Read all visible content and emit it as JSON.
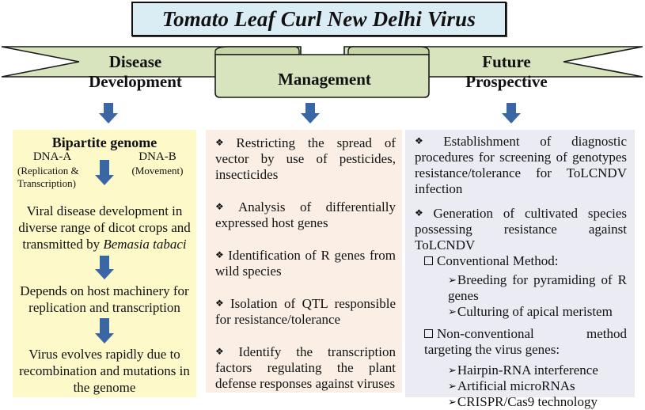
{
  "title": "Tomato Leaf Curl New Delhi Virus",
  "colors": {
    "title_bg": "#daedf4",
    "ribbon_fill": "#d7e4bd",
    "arrow": "#3b66a4",
    "panel_disease": "#fdf9c8",
    "panel_management": "#fbefe5",
    "panel_future": "#ebebf3"
  },
  "ribbon": {
    "left_label_line1": "Disease",
    "left_label_line2": "Development",
    "center_label": "Management",
    "right_label_line1": "Future",
    "right_label_line2": "Prospective"
  },
  "disease_development": {
    "heading": "Bipartite genome",
    "dna_a": "DNA-A",
    "dna_a_role_line1": "(Replication &",
    "dna_a_role_line2": "Transcription)",
    "dna_b": "DNA-B",
    "dna_b_role": "(Movement)",
    "step1_pre": "Viral disease development in diverse range of dicot crops and transmitted by ",
    "step1_italic": "Bemasia tabaci",
    "step2": "Depends on host machinery for replication and transcription",
    "step3": "Virus evolves rapidly due to recombination and mutations in the genome"
  },
  "management": {
    "bullet_icon": "❖",
    "items": [
      "Restricting the spread of vector by use of pesticides, insecticides",
      "Analysis of differentially expressed host genes",
      "Identification of R genes from wild species",
      "Isolation of QTL responsible for resistance/tolerance",
      "Identify the transcription factors regulating the plant defense responses against viruses"
    ]
  },
  "future_prospective": {
    "bullet_icon": "❖",
    "sub_bullet_icon": "➢",
    "item1": "Establishment of diagnostic procedures for screening of genotypes resistance/tolerance for ToLCNDV infection",
    "item2": "Generation of cultivated species possessing resistance against ToLCNDV",
    "conventional_label": "Conventional Method:",
    "conventional_items": [
      "Breeding for pyramiding of R genes",
      "Culturing of apical meristem"
    ],
    "nonconventional_label": "Non-conventional method targeting the virus genes:",
    "nonconventional_items": [
      "Hairpin-RNA interference",
      "Artificial microRNAs",
      "CRISPR/Cas9 technology"
    ]
  }
}
